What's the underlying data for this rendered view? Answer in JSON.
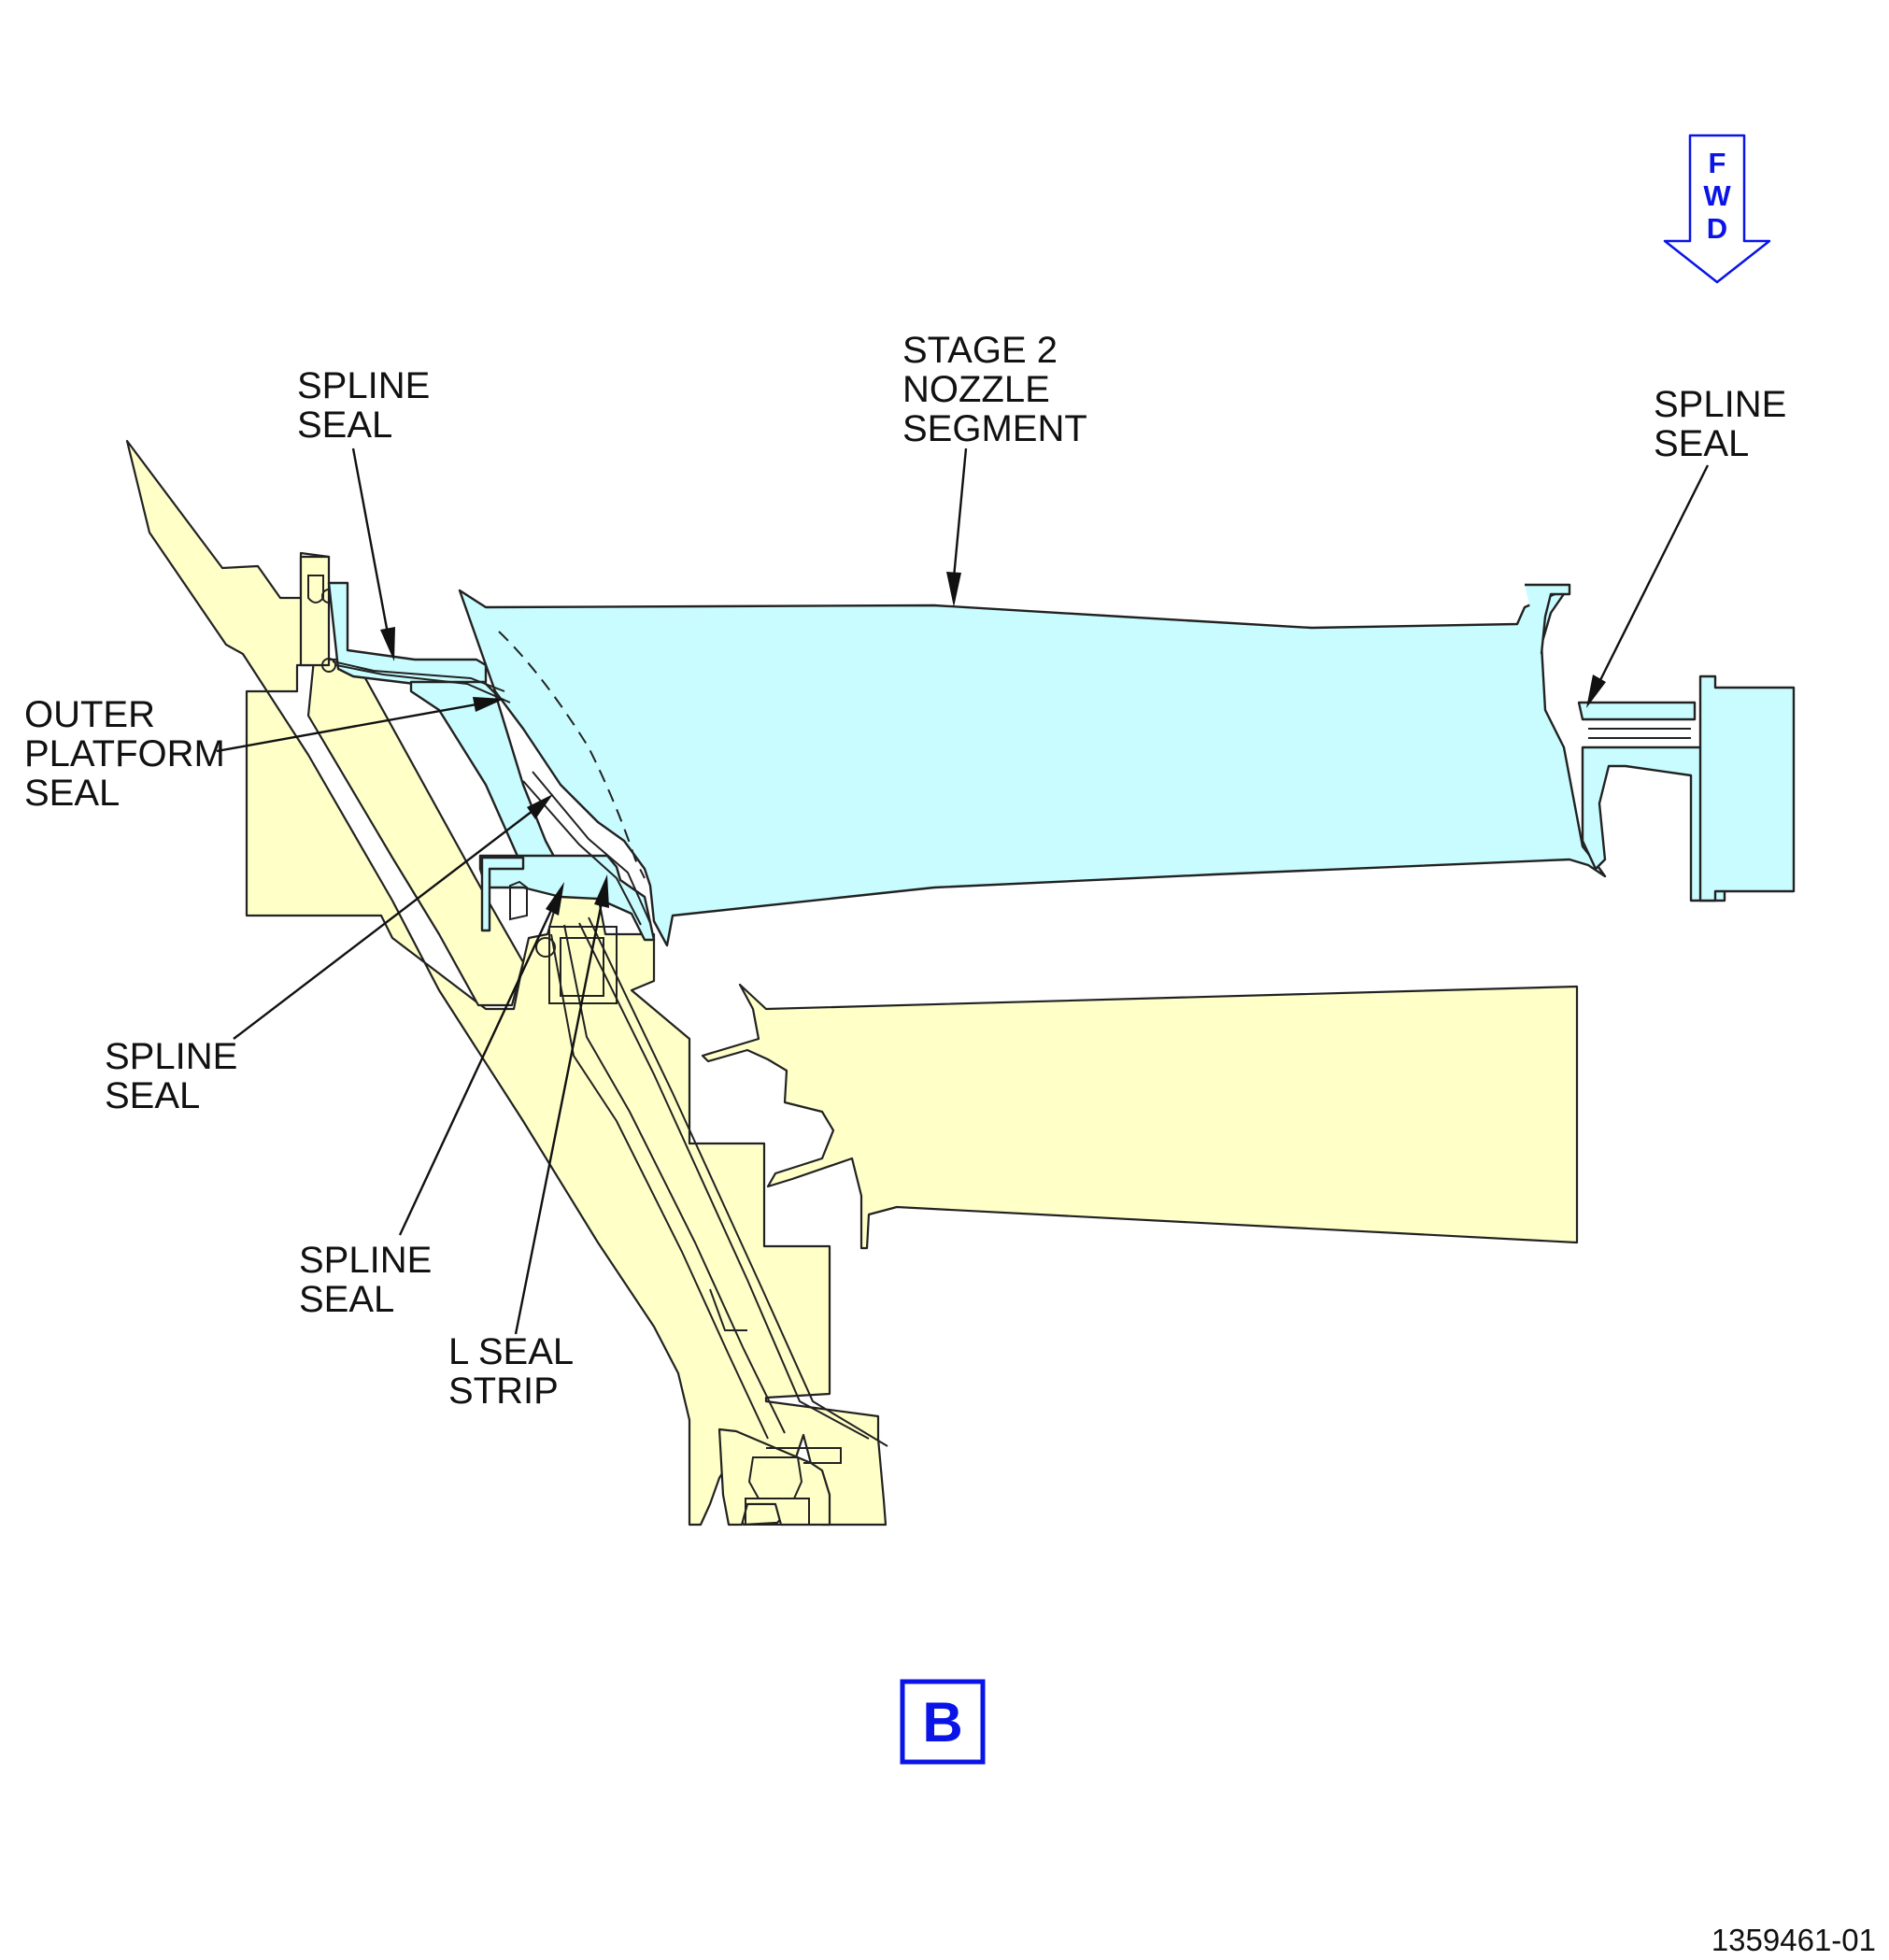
{
  "direction_indicator": {
    "letters": [
      "F",
      "W",
      "D"
    ]
  },
  "labels": {
    "stage2_nozzle": [
      "STAGE 2",
      "NOZZLE",
      "SEGMENT"
    ],
    "spline_seal_top_left": [
      "SPLINE",
      "SEAL"
    ],
    "spline_seal_top_right": [
      "SPLINE",
      "SEAL"
    ],
    "outer_platform_seal": [
      "OUTER",
      "PLATFORM",
      "SEAL"
    ],
    "spline_seal_mid_left": [
      "SPLINE",
      "SEAL"
    ],
    "spline_seal_bottom": [
      "SPLINE",
      "SEAL"
    ],
    "l_seal_strip": [
      "L SEAL",
      "STRIP"
    ]
  },
  "view_label": "B",
  "figure_number": "1359461-01",
  "colors": {
    "nozzle_fill": "#c8fcff",
    "casing_fill": "#ffffc8",
    "indicator": "#0a14e6"
  }
}
